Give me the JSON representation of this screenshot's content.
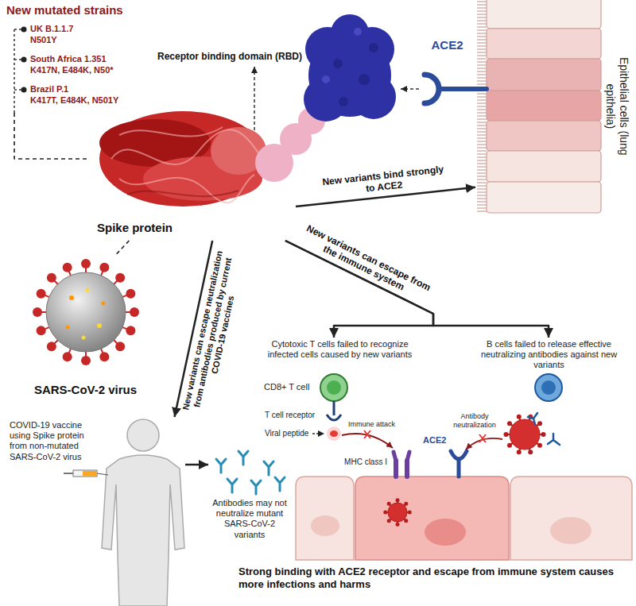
{
  "diagram": {
    "caption": "Strong binding with ACE2 receptor and escape from immune system causes more infections and harms",
    "nodes": [
      {
        "text": [
          "New mutated strains"
        ]
      },
      {
        "text": [
          "UK B.1.1.7",
          "N501Y"
        ],
        "in": 0
      },
      {
        "text": [
          "South Africa 1.351",
          "K417N, E484K, N50*"
        ],
        "in": 0
      },
      {
        "text": [
          "Brazil P.1",
          "K417T, E484K, N501Y"
        ],
        "in": 0
      },
      {
        "text": [
          "Spike protein"
        ]
      },
      {
        "text": [
          "ACE2"
        ]
      },
      {
        "text": [
          "Epithelial cells (lung epithelia)"
        ]
      },
      {
        "text": [
          "SARS-CoV-2 virus"
        ]
      },
      {
        "text": [
          "Cytotoxic T cells failed to recognize infected cells caused by new variants",
          "CD8+ T cell"
        ]
      },
      {
        "text": [
          "B cells failed to release effective neutralizing antibodies against new variants"
        ]
      },
      {
        "text": [
          "COVID-19 vaccine using Spike protein from non-mutated SARS-CoV-2 virus"
        ]
      },
      {
        "text": [
          "Antibodies may not neutralize mutant SARS-CoV-2 variants"
        ]
      }
    ],
    "edges": [
      {
        "from": 0,
        "to": 4,
        "arrow": "none"
      },
      {
        "from": 4,
        "to": 6,
        "arrow": "to",
        "label": "New variants bind strongly to ACE2"
      },
      {
        "from": 4,
        "to": 8,
        "arrow": "to",
        "label": "New variants can escape from the immune system"
      },
      {
        "from": 4,
        "to": 9,
        "arrow": "to"
      },
      {
        "from": 4,
        "to": 10,
        "arrow": "to",
        "label": "New variants can escape neutralization from antibodies produced by current COVID-19 vaccines"
      },
      {
        "from": 10,
        "to": 11,
        "arrow": "to"
      },
      {
        "from": 4,
        "to": 7,
        "arrow": "none"
      }
    ],
    "labels": [
      "Receptor binding domain (RBD)",
      "T cell receptor",
      "Viral peptide",
      "Immune attack",
      "Antibody neutralization",
      "MHC class I",
      "ACE2"
    ]
  }
}
